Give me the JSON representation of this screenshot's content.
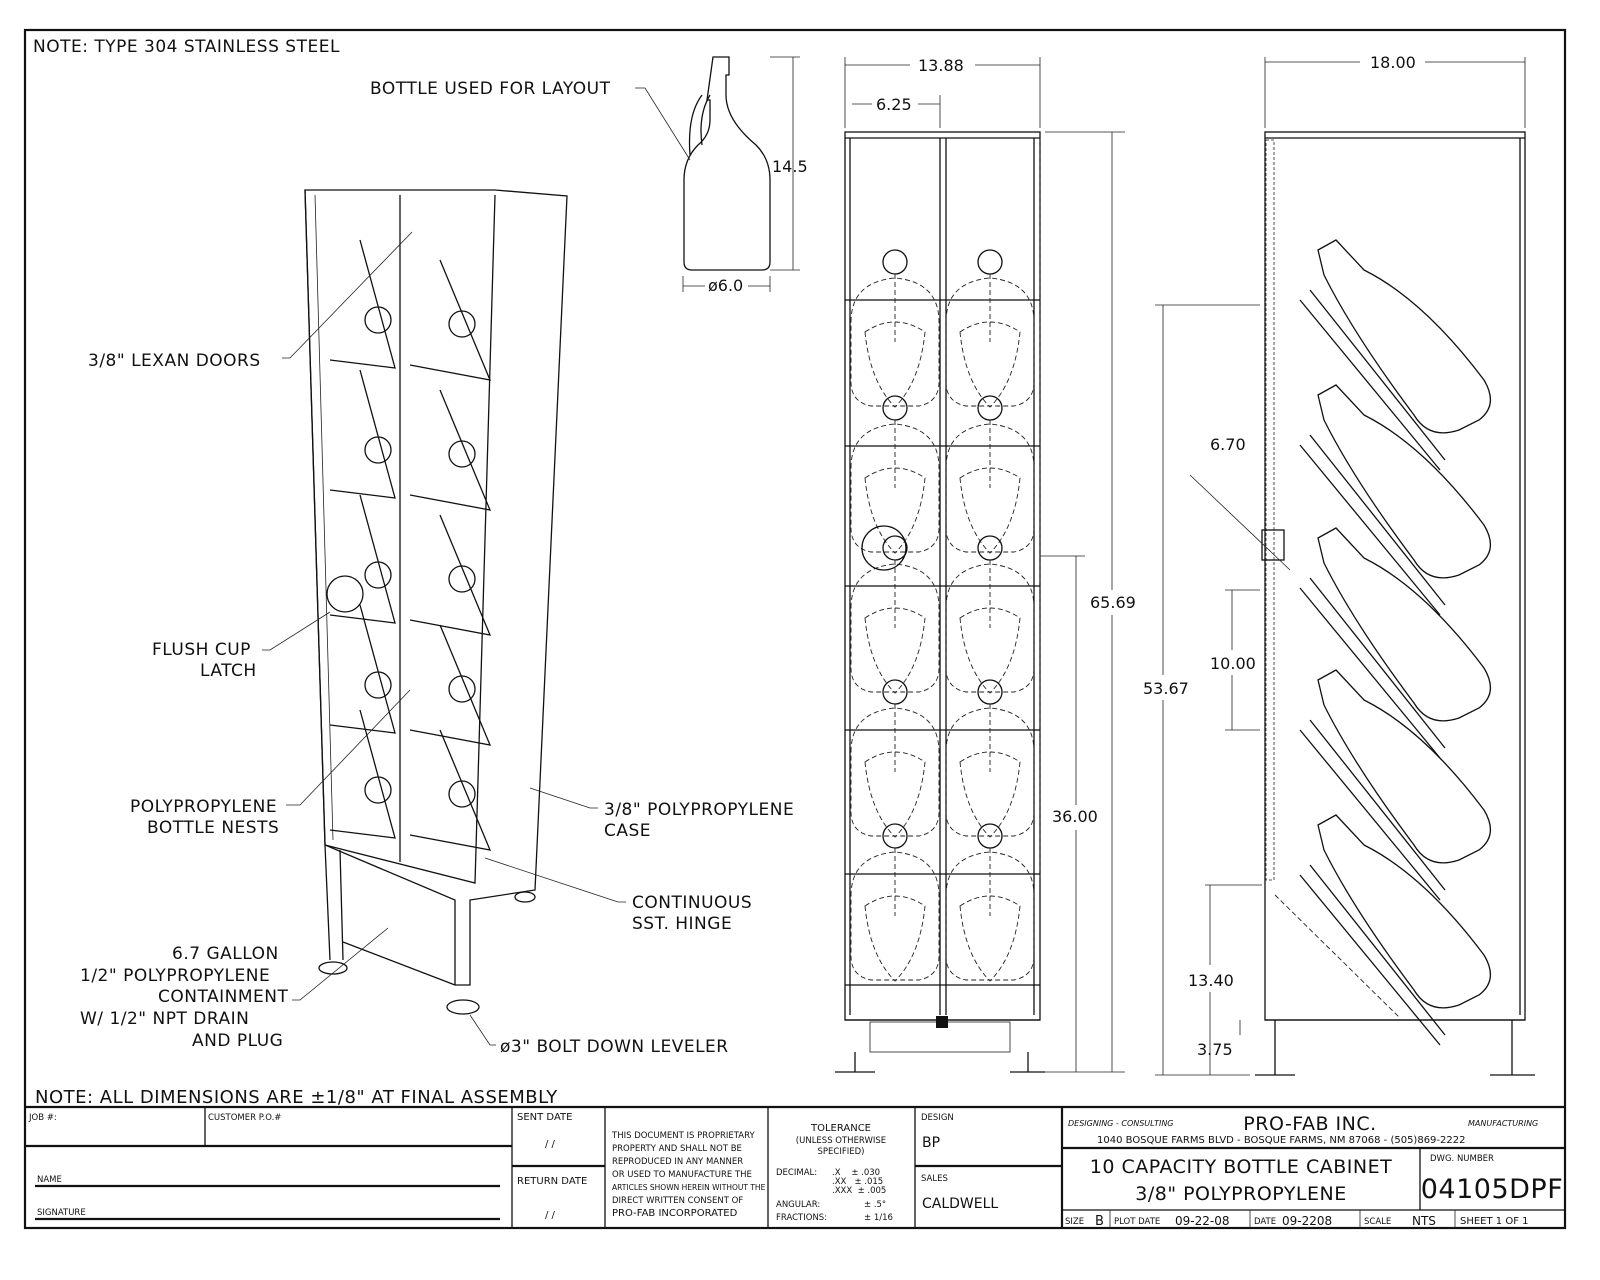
{
  "notes": {
    "material": "NOTE:  TYPE 304 STAINLESS STEEL",
    "tolerance_note": "NOTE:  ALL DIMENSIONS ARE ±1/8\" AT FINAL ASSEMBLY"
  },
  "callouts": {
    "bottle_layout": "BOTTLE USED FOR LAYOUT",
    "doors": "3/8\" LEXAN DOORS",
    "latch_1": "FLUSH CUP",
    "latch_2": "LATCH",
    "nests_1": "POLYPROPYLENE",
    "nests_2": "BOTTLE NESTS",
    "case_1": "3/8\" POLYPROPYLENE",
    "case_2": "CASE",
    "hinge_1": "CONTINUOUS",
    "hinge_2": "SST. HINGE",
    "contain_1": "6.7 GALLON",
    "contain_2": "1/2\" POLYPROPYLENE",
    "contain_3": "CONTAINMENT",
    "contain_4": "W/ 1/2\" NPT DRAIN",
    "contain_5": "AND PLUG",
    "leveler": "ø3\" BOLT DOWN LEVELER"
  },
  "dimensions": {
    "bottle_height": "14.5",
    "bottle_dia": "ø6.0",
    "front_width": "13.88",
    "front_half": "6.25",
    "overall_height": "65.69",
    "latch_height": "36.00",
    "side_depth": "18.00",
    "side_door": "53.67",
    "side_nest": "6.70",
    "side_pitch": "10.00",
    "side_base": "13.40",
    "side_leg": "3.75"
  },
  "title_block": {
    "job": "JOB #:",
    "customer_po": "CUSTOMER P.O.#",
    "name": "NAME",
    "signature": "SIGNATURE",
    "sent_date": "SENT DATE",
    "sent_date_value": "/  /",
    "return_date": "RETURN DATE",
    "return_date_value": "/  /",
    "proprietary": [
      "THIS DOCUMENT IS PROPRIETARY",
      "PROPERTY AND SHALL NOT BE",
      "REPRODUCED IN ANY MANNER",
      "OR USED TO MANUFACTURE THE",
      "ARTICLES SHOWN HEREIN WITHOUT THE",
      "DIRECT WRITTEN CONSENT OF",
      "PRO-FAB INCORPORATED"
    ],
    "tolerance_title": "TOLERANCE",
    "tolerance_sub1": "(UNLESS OTHERWISE",
    "tolerance_sub2": "SPECIFIED)",
    "decimal_label": "DECIMAL:",
    "dec_x": ".X    ± .030",
    "dec_xx": ".XX   ± .015",
    "dec_xxx": ".XXX  ± .005",
    "angular_label": "ANGULAR:",
    "angular_value": "± .5°",
    "fractions_label": "FRACTIONS:",
    "fractions_value": "± 1/16",
    "design_label": "DESIGN",
    "design_value": "BP",
    "sales_label": "SALES",
    "sales_value": "CALDWELL",
    "company_left": "DESIGNING - CONSULTING",
    "company": "PRO-FAB INC.",
    "company_right": "MANUFACTURING",
    "address": "1040 BOSQUE FARMS BLVD - BOSQUE FARMS, NM 87068 - (505)869-2222",
    "title_1": "10 CAPACITY BOTTLE CABINET",
    "title_2": "3/8\" POLYPROPYLENE",
    "dwg_label": "DWG. NUMBER",
    "dwg_number": "04105DPF",
    "size_label": "SIZE",
    "size_value": "B",
    "plot_label": "PLOT DATE",
    "plot_value": "09-22-08",
    "date_label": "DATE",
    "date_value": "09-2208",
    "scale_label": "SCALE",
    "scale_value": "NTS",
    "sheet": "SHEET 1 OF 1"
  }
}
